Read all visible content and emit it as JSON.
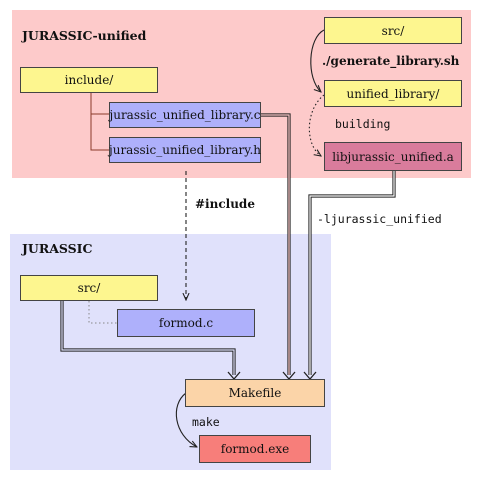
{
  "groups": {
    "unified": {
      "title": "JURASSIC-unified",
      "color": "#fdcaca"
    },
    "jurassic": {
      "title": "JURASSIC",
      "color": "#e0e1fb"
    }
  },
  "nodes": {
    "include_dir": "include/",
    "unified_lib_c": "jurassic_unified_library.c",
    "unified_lib_h": "jurassic_unified_library.h",
    "unified_src": "src/",
    "unified_library_dir": "unified_library/",
    "libjurassic": "libjurassic_unified.a",
    "jurassic_src": "src/",
    "formod_c": "formod.c",
    "makefile": "Makefile",
    "formod_exe": "formod.exe"
  },
  "edge_labels": {
    "generate": "./generate_library.sh",
    "building": "building",
    "include": "#include",
    "link": "-ljurassic_unified",
    "make": "make"
  }
}
